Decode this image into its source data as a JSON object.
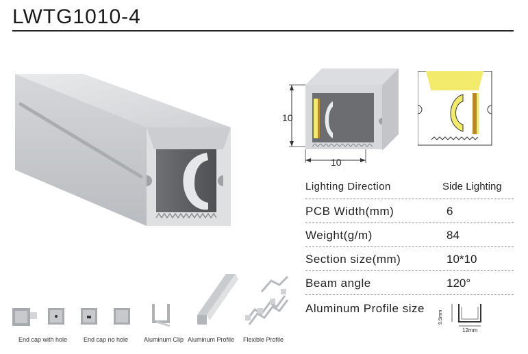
{
  "header": {
    "title": "LWTG1010-4"
  },
  "dimensions": {
    "height": "10",
    "width": "10"
  },
  "spec_table": {
    "header": {
      "label": "Lighting  Direction",
      "value": "Side Lighting"
    },
    "rows": [
      {
        "label": "PCB  Width(mm)",
        "value": "6"
      },
      {
        "label": "Weight(g/m)",
        "value": "84"
      },
      {
        "label": "Section size(mm)",
        "value": "10*10"
      },
      {
        "label": "Beam angle",
        "value": "120°"
      },
      {
        "label": "Aluminum Profile size",
        "value": ""
      }
    ]
  },
  "profile_size": {
    "height": "9.5mm",
    "width": "12mm"
  },
  "accessories": [
    {
      "label": "End cap with hole"
    },
    {
      "label": "End cap no hole"
    },
    {
      "label": "Aluminum Clip"
    },
    {
      "label": "Aluminum Profile"
    },
    {
      "label": "Flexible Profile"
    }
  ],
  "colors": {
    "profile_gray": "#c9cccf",
    "led_yellow": "#f2ea6a",
    "accent_gold": "#b8862b"
  }
}
